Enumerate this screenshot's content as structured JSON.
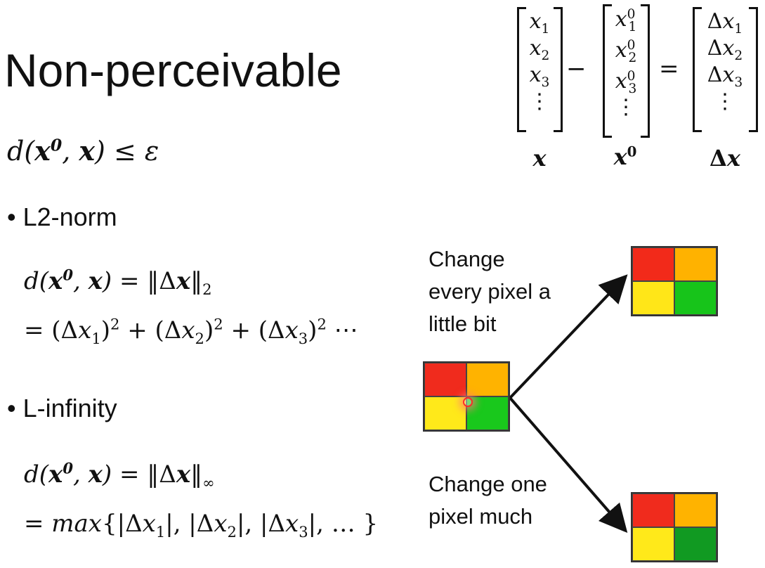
{
  "slide": {
    "title": "Non-perceivable",
    "constraint": "d(x⁰, x) ≤ ε"
  },
  "l2": {
    "bullet": "L2-norm",
    "eq1": "d(x⁰, x) = ‖Δx‖₂",
    "eq2": "= (Δx₁)² + (Δx₂)² + (Δx₃)² ⋯"
  },
  "linf": {
    "bullet": "L-infinity",
    "eq1": "d(x⁰, x) = ‖Δx‖∞",
    "eq2": "= max{|Δx₁|, |Δx₂|, |Δx₃|, …}"
  },
  "vectors": {
    "x": [
      "x₁",
      "x₂",
      "x₃",
      "⋮"
    ],
    "x0": [
      "x₁⁰",
      "x₂⁰",
      "x₃⁰",
      "⋮"
    ],
    "dx": [
      "Δx₁",
      "Δx₂",
      "Δx₃",
      "⋮"
    ],
    "x_label": "x",
    "x0_label": "x⁰",
    "dx_label": "Δx",
    "minus": "−",
    "equals": "="
  },
  "diagram": {
    "caption_top": "Change\nevery pixel a\nlittle bit",
    "caption_bottom": "Change one\npixel much",
    "colors": {
      "red": "#f02b1d",
      "orange": "#ffb300",
      "yellow": "#ffe91a",
      "green": "#19c81c",
      "dark_green": "#119a22"
    }
  }
}
